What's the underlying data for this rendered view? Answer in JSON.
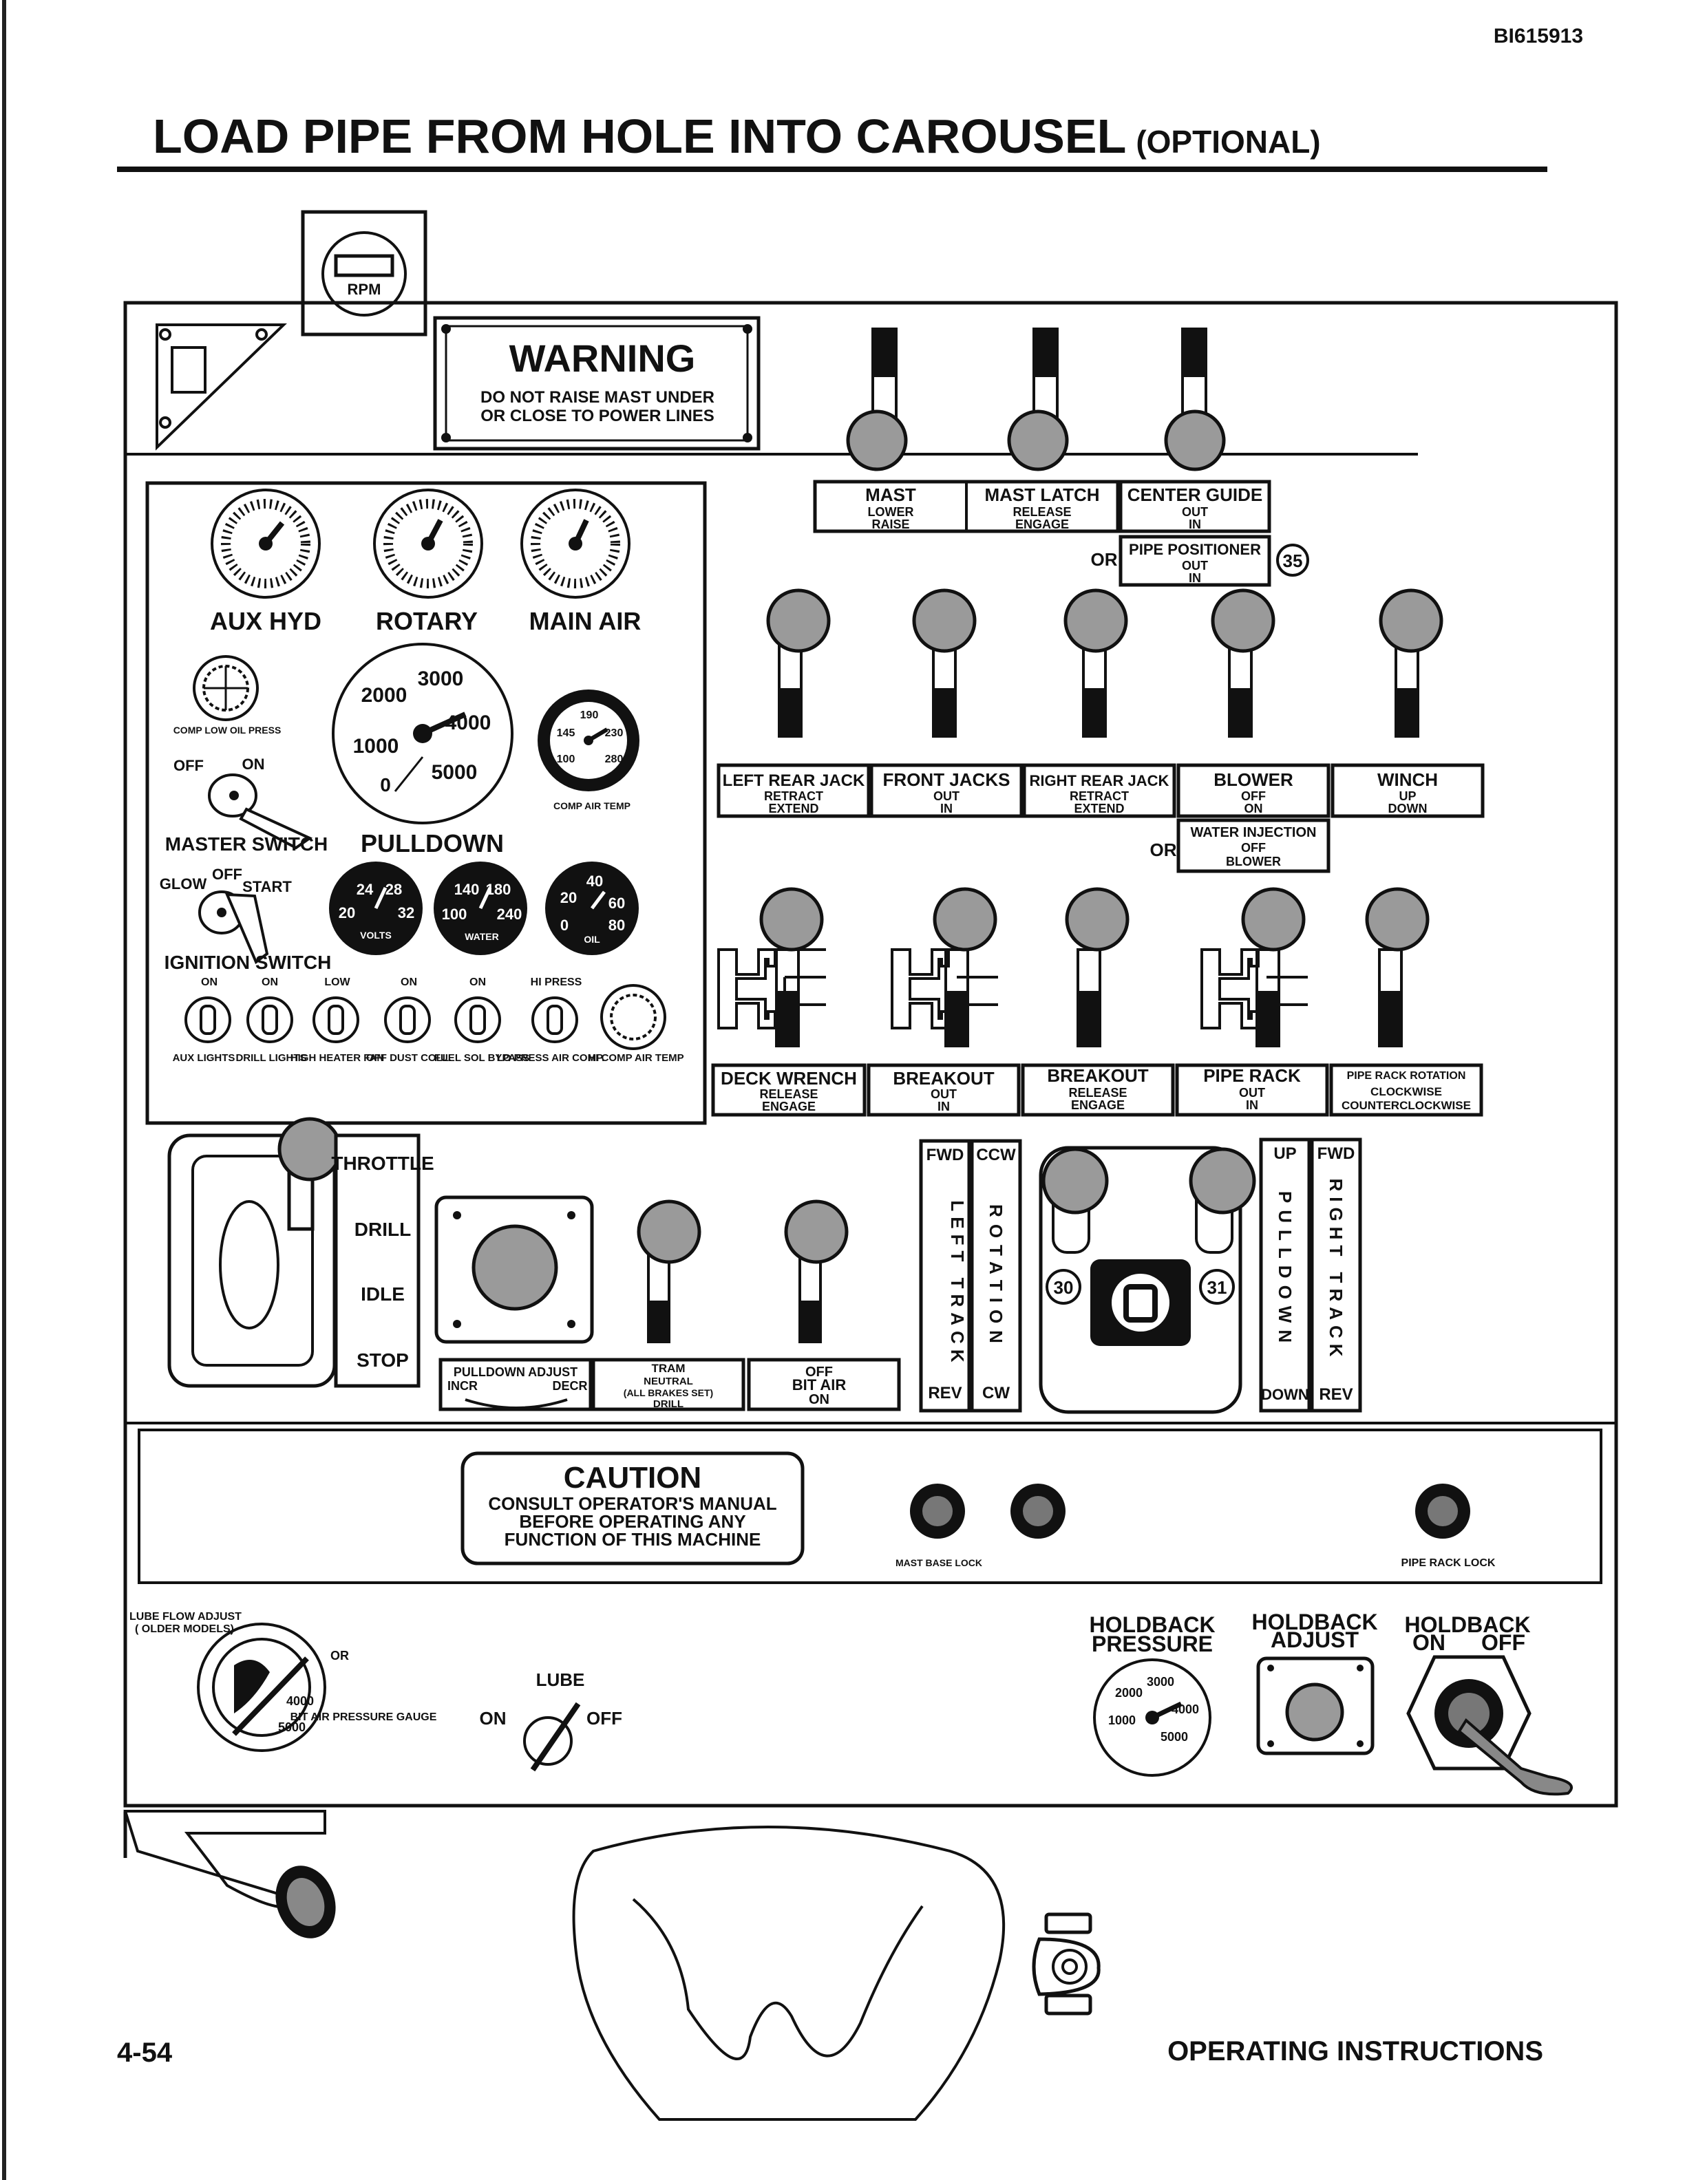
{
  "doc_id": "BI615913",
  "title": "LOAD PIPE FROM HOLE INTO CAROUSEL",
  "title_suffix": "(OPTIONAL)",
  "rpm_label": "RPM",
  "warning": {
    "heading": "WARNING",
    "line1": "DO NOT RAISE MAST UNDER",
    "line2": "OR CLOSE TO POWER LINES"
  },
  "top_levers": [
    {
      "name": "MAST",
      "l1": "LOWER",
      "l2": "RAISE"
    },
    {
      "name": "MAST LATCH",
      "l1": "RELEASE",
      "l2": "ENGAGE"
    },
    {
      "name": "CENTER GUIDE",
      "l1": "OUT",
      "l2": "IN"
    }
  ],
  "pipe_positioner": {
    "or": "OR",
    "name": "PIPE POSITIONER",
    "l1": "OUT",
    "l2": "IN",
    "callout": "35"
  },
  "gauges_top": [
    "AUX HYD",
    "ROTARY",
    "MAIN AIR"
  ],
  "comp_low_oil": "COMP LOW OIL PRESS",
  "pulldown_gauge": {
    "ticks": [
      "3000",
      "2000",
      "4000",
      "1000",
      "5000",
      "0"
    ],
    "label": "PULLDOWN"
  },
  "comp_air_temp": {
    "ticks": [
      "190",
      "145",
      "230",
      "100",
      "280"
    ],
    "label": "COMP AIR TEMP"
  },
  "master_switch": {
    "off": "OFF",
    "on": "ON",
    "label": "MASTER SWITCH"
  },
  "ignition_switch": {
    "glow": "GLOW",
    "off": "OFF",
    "start": "START",
    "label": "IGNITION SWITCH"
  },
  "volts": {
    "ticks": [
      "24",
      "28",
      "20",
      "32"
    ],
    "label": "VOLTS"
  },
  "water": {
    "ticks": [
      "140",
      "180",
      "100",
      "240"
    ],
    "label": "WATER"
  },
  "oil": {
    "ticks": [
      "40",
      "20",
      "60",
      "0",
      "80"
    ],
    "label": "OIL"
  },
  "toggles": [
    {
      "top": "ON",
      "bottom": "AUX LIGHTS"
    },
    {
      "top": "ON",
      "bottom": "DRILL LIGHTS"
    },
    {
      "top": "LOW",
      "bottom": "HIGH HEATER FAN"
    },
    {
      "top": "ON",
      "bottom": "OFF DUST COLL."
    },
    {
      "top": "ON",
      "bottom": "FUEL SOL BYPASS"
    },
    {
      "top": "HI PRESS",
      "bottom": "LO PRESS AIR COMP."
    }
  ],
  "hi_comp_air_temp": "HI COMP AIR TEMP",
  "mid_levers": [
    {
      "name": "LEFT REAR JACK",
      "l1": "RETRACT",
      "l2": "EXTEND"
    },
    {
      "name": "FRONT JACKS",
      "l1": "OUT",
      "l2": "IN"
    },
    {
      "name": "RIGHT REAR JACK",
      "l1": "RETRACT",
      "l2": "EXTEND"
    },
    {
      "name": "BLOWER",
      "l1": "OFF",
      "l2": "ON"
    },
    {
      "name": "WINCH",
      "l1": "UP",
      "l2": "DOWN"
    }
  ],
  "water_injection": {
    "or": "OR",
    "name": "WATER INJECTION",
    "l1": "OFF",
    "l2": "BLOWER"
  },
  "low_levers": [
    {
      "name": "DECK WRENCH",
      "l1": "RELEASE",
      "l2": "ENGAGE"
    },
    {
      "name": "BREAKOUT",
      "l1": "OUT",
      "l2": "IN"
    },
    {
      "name": "BREAKOUT",
      "l1": "RELEASE",
      "l2": "ENGAGE"
    },
    {
      "name": "PIPE RACK",
      "l1": "OUT",
      "l2": "IN"
    },
    {
      "name": "PIPE RACK ROTATION",
      "l1": "CLOCKWISE",
      "l2": "COUNTERCLOCKWISE"
    }
  ],
  "throttle": [
    "THROTTLE",
    "DRILL",
    "IDLE",
    "STOP"
  ],
  "pulldown_adjust": {
    "name": "PULLDOWN ADJUST",
    "l": "INCR",
    "r": "DECR"
  },
  "tram": {
    "name": "TRAM",
    "l1": "NEUTRAL",
    "l2": "(ALL BRAKES SET)",
    "l3": "DRILL"
  },
  "bit_air": {
    "l1": "OFF",
    "l2": "BIT AIR",
    "l3": "ON"
  },
  "left_track": {
    "top": "FWD",
    "bottom": "REV",
    "text": "LEFT TRACK"
  },
  "rotation": {
    "top": "CCW",
    "bottom": "CW",
    "text": "ROTATION"
  },
  "pulldown_v": {
    "top": "UP",
    "bottom": "DOWN",
    "text": "PULLDOWN"
  },
  "right_track": {
    "top": "FWD",
    "bottom": "REV",
    "text": "RIGHT TRACK"
  },
  "callouts": [
    "30",
    "31"
  ],
  "caution": {
    "heading": "CAUTION",
    "line1": "CONSULT OPERATOR'S MANUAL",
    "line2": "BEFORE OPERATING ANY",
    "line3": "FUNCTION OF THIS MACHINE"
  },
  "mast_base_lock": "MAST BASE LOCK",
  "pipe_rack_lock": "PIPE RACK LOCK",
  "lube_flow": {
    "l1": "LUBE FLOW ADJUST",
    "l2": "( OLDER MODELS)",
    "or": "OR"
  },
  "bit_air_gauge": {
    "ticks": [
      "4000",
      "5000"
    ],
    "label": "BIT AIR PRESSURE GAUGE"
  },
  "lube": {
    "label": "LUBE",
    "on": "ON",
    "off": "OFF"
  },
  "holdback_pressure": {
    "l1": "HOLDBACK",
    "l2": "PRESSURE",
    "ticks": [
      "3000",
      "2000",
      "4000",
      "1000",
      "5000"
    ]
  },
  "holdback_adjust": {
    "l1": "HOLDBACK",
    "l2": "ADJUST"
  },
  "holdback_onoff": {
    "l1": "HOLDBACK",
    "on": "ON",
    "off": "OFF"
  },
  "page_number": "4-54",
  "footer": "OPERATING INSTRUCTIONS"
}
